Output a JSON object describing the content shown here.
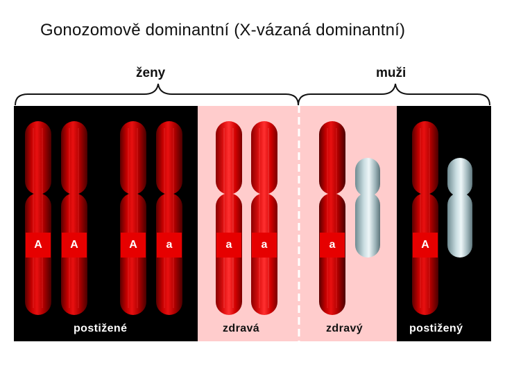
{
  "title": "Gonozomově dominantní (X-vázaná dominantní)",
  "groups": {
    "women": "ženy",
    "men": "muži"
  },
  "panels": {
    "affected_women": "postižené",
    "healthy_woman": "zdravá",
    "healthy_man": "zdravý",
    "affected_man": "postižený"
  },
  "alleles": [
    "A",
    "A",
    "A",
    "a",
    "a",
    "a",
    "a",
    "A"
  ],
  "colors": {
    "affected_bg": "#000000",
    "healthy_bg": "#ffcccc",
    "allele_box": "#e60000",
    "x_chromosome": "#d00000",
    "y_chromosome": "#b8cfd4"
  }
}
